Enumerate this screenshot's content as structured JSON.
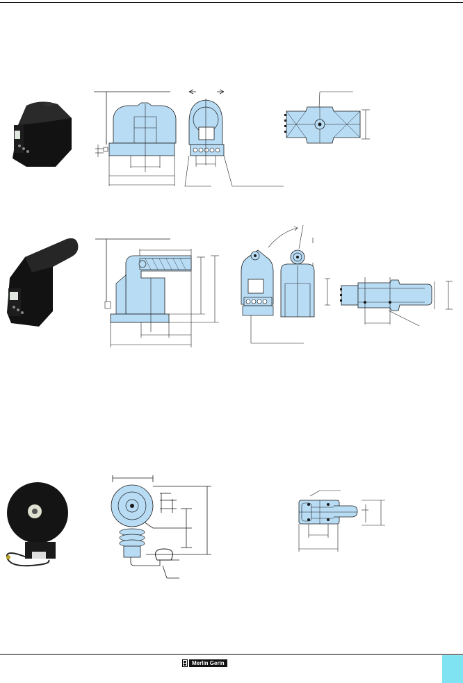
{
  "brand": {
    "logo_text": "Merlin Gerin"
  },
  "figures": [
    {
      "id": "row1",
      "photo": "transformer-photo-black-block",
      "views": [
        "front-view",
        "side-view",
        "top-view"
      ]
    },
    {
      "id": "row2",
      "photo": "transformer-photo-with-bushing",
      "views": [
        "front-view",
        "side-view",
        "rear-view",
        "top-view"
      ]
    },
    {
      "id": "row3",
      "photo": "transformer-photo-toroidal",
      "views": [
        "front-view",
        "top-view"
      ]
    }
  ],
  "colors": {
    "drawing_fill": "#b9dcf5",
    "drawing_line": "#1a1a1a",
    "tab": "#7fe3f2"
  }
}
